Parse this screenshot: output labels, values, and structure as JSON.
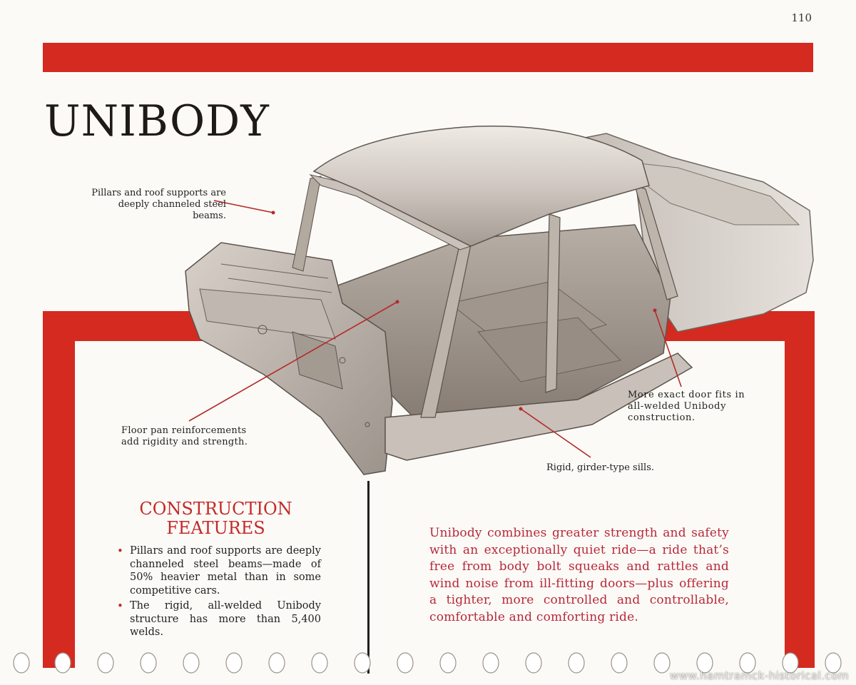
{
  "page": {
    "number": "110",
    "title": "UNIBODY"
  },
  "callouts": {
    "pillars": [
      "Pillars and roof supports are",
      "deeply channeled steel beams."
    ],
    "floor": [
      "Floor pan reinforcements",
      "add rigidity and strength."
    ],
    "door": [
      "More exact door fits in",
      "all-welded Unibody",
      "construction."
    ],
    "sills": "Rigid, girder-type sills."
  },
  "features": {
    "heading": [
      "CONSTRUCTION",
      "FEATURES"
    ],
    "items": [
      "Pillars and roof supports are deeply channeled steel beams—made of 50% heavier metal than in some competitive cars.",
      "The rigid, all-welded Unibody structure has more than 5,400 welds."
    ],
    "bullet": "•"
  },
  "body_copy": "Unibody combines greater strength and safety with an exceptionally quiet ride—a ride that’s free from body bolt squeaks and rattles and wind noise from ill-fitting doors—plus offering a tighter, more controlled and controllable, comfortable and comforting ride.",
  "watermark": "www.hamtramck-historical.com",
  "colors": {
    "band_red": "#d42a20",
    "heading_red": "#c42a2a",
    "body_copy_red": "#b8283a",
    "paper": "#fbfaf6"
  }
}
